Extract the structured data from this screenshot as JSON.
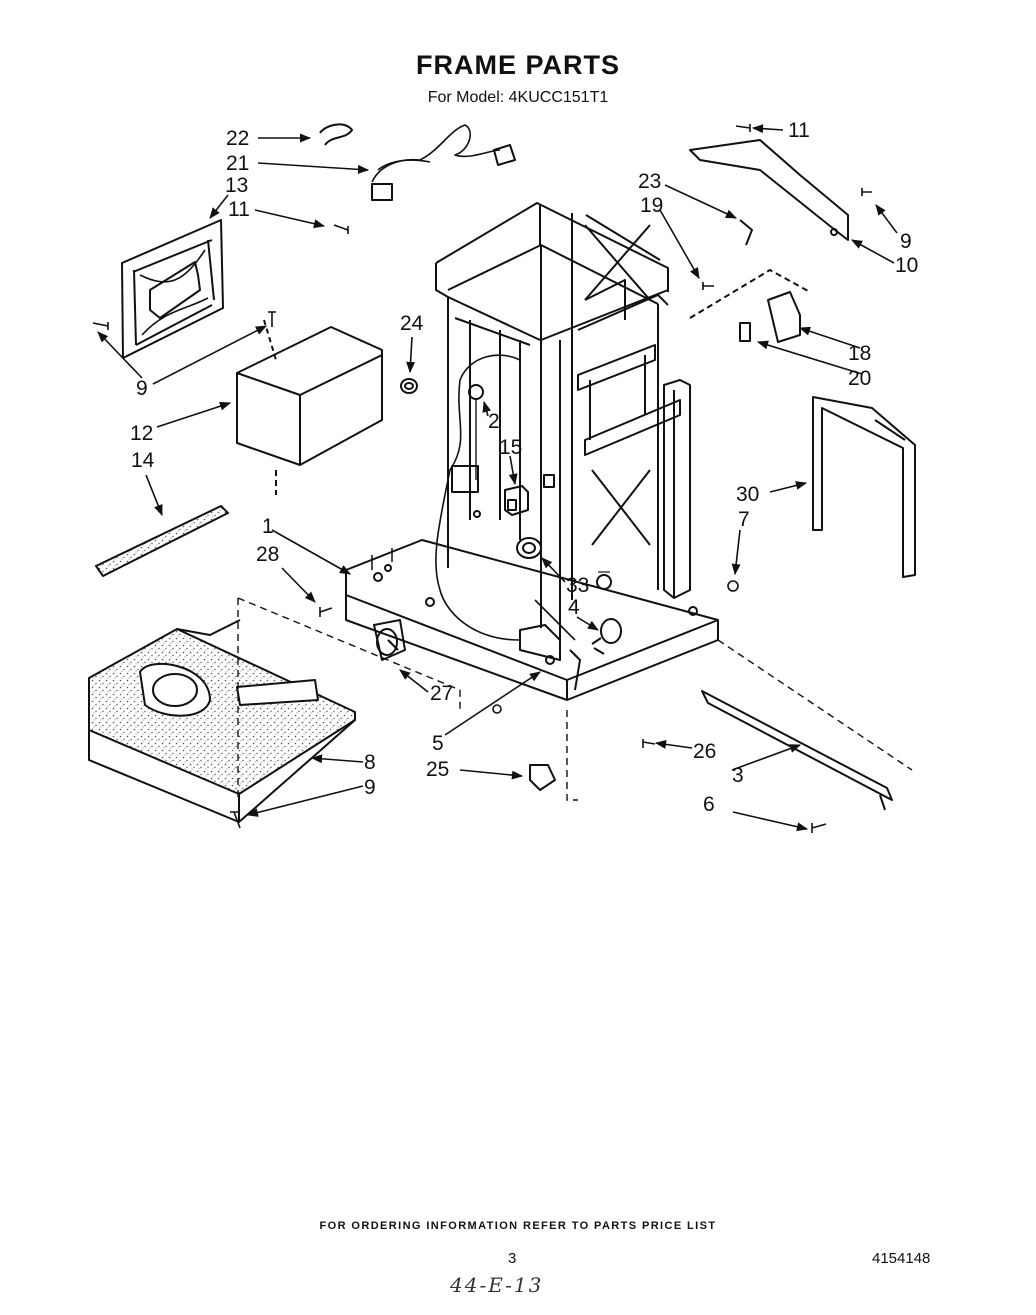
{
  "title": "FRAME PARTS",
  "subtitle": "For Model: 4KUCC151T1",
  "callouts": [
    "22",
    "21",
    "13",
    "11",
    "9",
    "12",
    "14",
    "24",
    "1",
    "28",
    "8",
    "9",
    "27",
    "5",
    "25",
    "2",
    "15",
    "33",
    "4",
    "26",
    "3",
    "6",
    "11",
    "23",
    "19",
    "9",
    "10",
    "18",
    "20",
    "30",
    "7"
  ],
  "footer": "FOR ORDERING INFORMATION REFER TO PARTS PRICE LIST",
  "page_number": "3",
  "document_number": "4154148",
  "handwritten_note": "44-E-13",
  "colors": {
    "ink": "#111111",
    "paper": "#ffffff",
    "speckle": "#555555"
  }
}
